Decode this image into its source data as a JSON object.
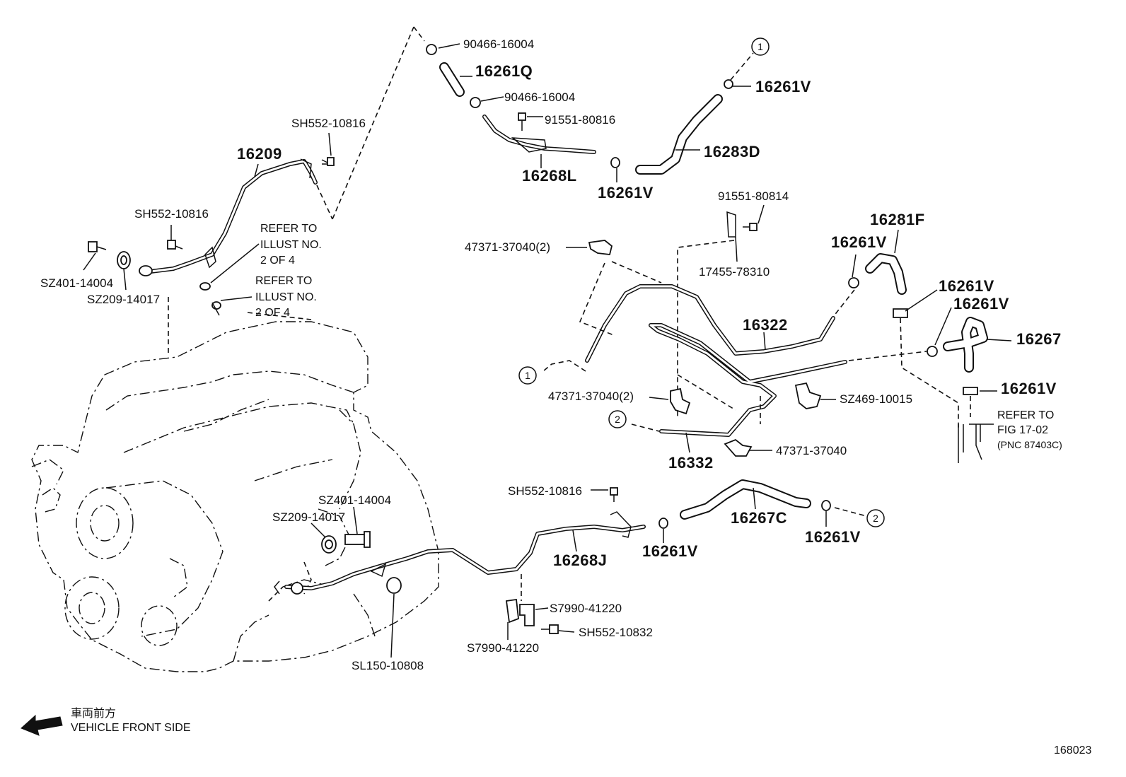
{
  "diagram_id": "168023",
  "direction": {
    "label_jp": "車両前方",
    "label_en": "VEHICLE FRONT SIDE"
  },
  "callouts": {
    "c1": "1",
    "c2": "2"
  },
  "parts": {
    "p90466_a": "90466-16004",
    "p16261Q": "16261Q",
    "p90466_b": "90466-16004",
    "p91551_80816": "91551-80816",
    "p16268L": "16268L",
    "p16261V_top": "16261V",
    "p16283D": "16283D",
    "p16261V_mid": "16261V",
    "pSH552_a": "SH552-10816",
    "p16209": "16209",
    "pSH552_b": "SH552-10816",
    "pSZ401_a": "SZ401-14004",
    "pSZ209_a": "SZ209-14017",
    "p91551_80814": "91551-80814",
    "p17455": "17455-78310",
    "p47371_top": "47371-37040(2)",
    "p16281F": "16281F",
    "p16261V_r1": "16261V",
    "p16261V_r2": "16261V",
    "p16261V_r3": "16261V",
    "p16267": "16267",
    "p16261V_r4": "16261V",
    "p16322": "16322",
    "p47371_mid": "47371-37040(2)",
    "pSZ469": "SZ469-10015",
    "p47371_low": "47371-37040",
    "p16332": "16332",
    "pSH552_c": "SH552-10816",
    "p16267C": "16267C",
    "p16261V_b1": "16261V",
    "p16261V_b2": "16261V",
    "pSZ401_b": "SZ401-14004",
    "pSZ209_b": "SZ209-14017",
    "p16268J": "16268J",
    "pS7990_a": "S7990-41220",
    "pSH552_d": "SH552-10832",
    "pS7990_b": "S7990-41220",
    "pSL150": "SL150-10808"
  },
  "notes": {
    "refer1": [
      "REFER TO",
      "ILLUST NO.",
      "2 OF 4"
    ],
    "refer2": [
      "REFER TO",
      "ILLUST NO.",
      "2 OF 4"
    ],
    "refer3": [
      "REFER TO",
      "FIG 17-02",
      "(PNC 87403C)"
    ]
  }
}
